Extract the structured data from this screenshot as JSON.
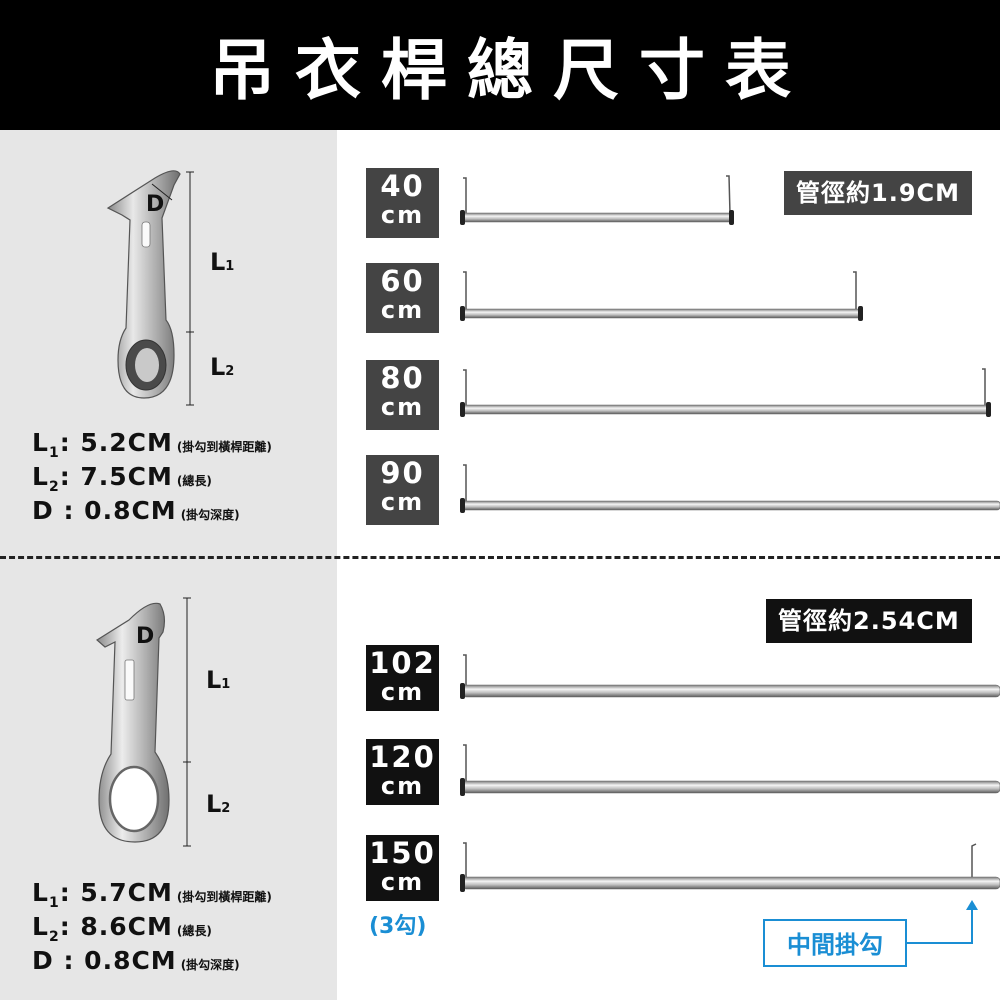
{
  "title": "吊衣桿總尺寸表",
  "section1": {
    "hook_labels": {
      "d": "D",
      "l1": "L",
      "l1_sub": "1",
      "l2": "L",
      "l2_sub": "2"
    },
    "specs": [
      {
        "label": "L",
        "sub": "1",
        "value": ": 5.2CM",
        "note": "(掛勾到橫桿距離)"
      },
      {
        "label": "L",
        "sub": "2",
        "value": ": 7.5CM",
        "note": "(總長)"
      },
      {
        "label": "D",
        "sub": "",
        "value": " : 0.8CM",
        "note": "(掛勾深度)"
      }
    ],
    "diameter": "管徑約1.9CM",
    "sizes": [
      {
        "num": "40",
        "unit": "cm"
      },
      {
        "num": "60",
        "unit": "cm"
      },
      {
        "num": "80",
        "unit": "cm"
      },
      {
        "num": "90",
        "unit": "cm"
      }
    ]
  },
  "section2": {
    "hook_labels": {
      "d": "D",
      "l1": "L",
      "l1_sub": "1",
      "l2": "L",
      "l2_sub": "2"
    },
    "specs": [
      {
        "label": "L",
        "sub": "1",
        "value": ": 5.7CM",
        "note": "(掛勾到橫桿距離)"
      },
      {
        "label": "L",
        "sub": "2",
        "value": ": 8.6CM",
        "note": "(總長)"
      },
      {
        "label": "D",
        "sub": "",
        "value": " : 0.8CM",
        "note": "(掛勾深度)"
      }
    ],
    "diameter": "管徑約2.54CM",
    "sizes": [
      {
        "num": "102",
        "unit": "cm"
      },
      {
        "num": "120",
        "unit": "cm"
      },
      {
        "num": "150",
        "unit": "cm"
      }
    ],
    "hook_count_note": "(3勾)",
    "middle_hook_label": "中間掛勾"
  },
  "colors": {
    "header_bg": "#000000",
    "label_bg": "#444444",
    "accent_blue": "#1a8ed4",
    "left_panel_bg": "#e6e6e6"
  }
}
